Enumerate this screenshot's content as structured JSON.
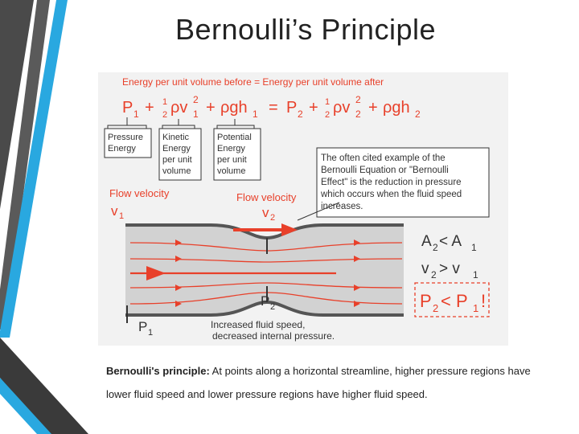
{
  "slide": {
    "title": "Bernoulli’s Principle"
  },
  "diagram": {
    "equation_heading": "Energy per unit volume before = Energy per unit volume after",
    "equation": {
      "P1": "P",
      "P1_sub": "1",
      "plus": "+",
      "half_top": "1",
      "half_bot": "2",
      "rho_v1": "ρv",
      "v1_sub": "1",
      "v1_sup": "2",
      "rho_g_h1": "ρgh",
      "h1_sub": "1",
      "equals": "=",
      "P2": "P",
      "P2_sub": "2",
      "rho_v2": "ρv",
      "v2_sub": "2",
      "v2_sup": "2",
      "rho_g_h2": "ρgh",
      "h2_sub": "2"
    },
    "boxes": {
      "pressure": [
        "Pressure",
        "Energy"
      ],
      "kinetic": [
        "Kinetic",
        "Energy",
        "per unit",
        "volume"
      ],
      "potential": [
        "Potential",
        "Energy",
        "per unit",
        "volume"
      ]
    },
    "note": [
      "The often cited example of the",
      "Bernoulli Equation or \"Bernoulli",
      "Effect\" is the reduction in pressure",
      "which occurs when the fluid speed",
      "increases."
    ],
    "flow_velocity_1": "Flow velocity",
    "v1": "v",
    "v1_sub": "1",
    "flow_velocity_2": "Flow velocity",
    "v2": "v",
    "v2_sub": "2",
    "area_relation": {
      "left": "A",
      "left_sub": "2",
      "op": "< A",
      "right_sub": "1"
    },
    "velocity_relation": {
      "left": "v",
      "left_sub": "2",
      "op": "> v",
      "right_sub": "1"
    },
    "pressure_relation": {
      "left": "P",
      "left_sub": "2",
      "op": "< P",
      "right_sub": "1",
      "bang": "!"
    },
    "p2_label": "P",
    "p2_sub": "2",
    "p1_label": "P",
    "p1_sub": "1",
    "bottom_note": [
      "Increased fluid speed,",
      "decreased internal pressure."
    ],
    "colors": {
      "accent_red": "#e8402a",
      "text_dark": "#333333",
      "pipe_fill": "#cfcfcf",
      "pipe_wall": "#555555",
      "figure_bg": "#f2f2f2"
    }
  },
  "caption": {
    "bold": "Bernoulli's principle:",
    "text": " At points along a horizontal streamline, higher pressure regions have lower fluid speed and lower pressure regions have higher fluid speed."
  }
}
